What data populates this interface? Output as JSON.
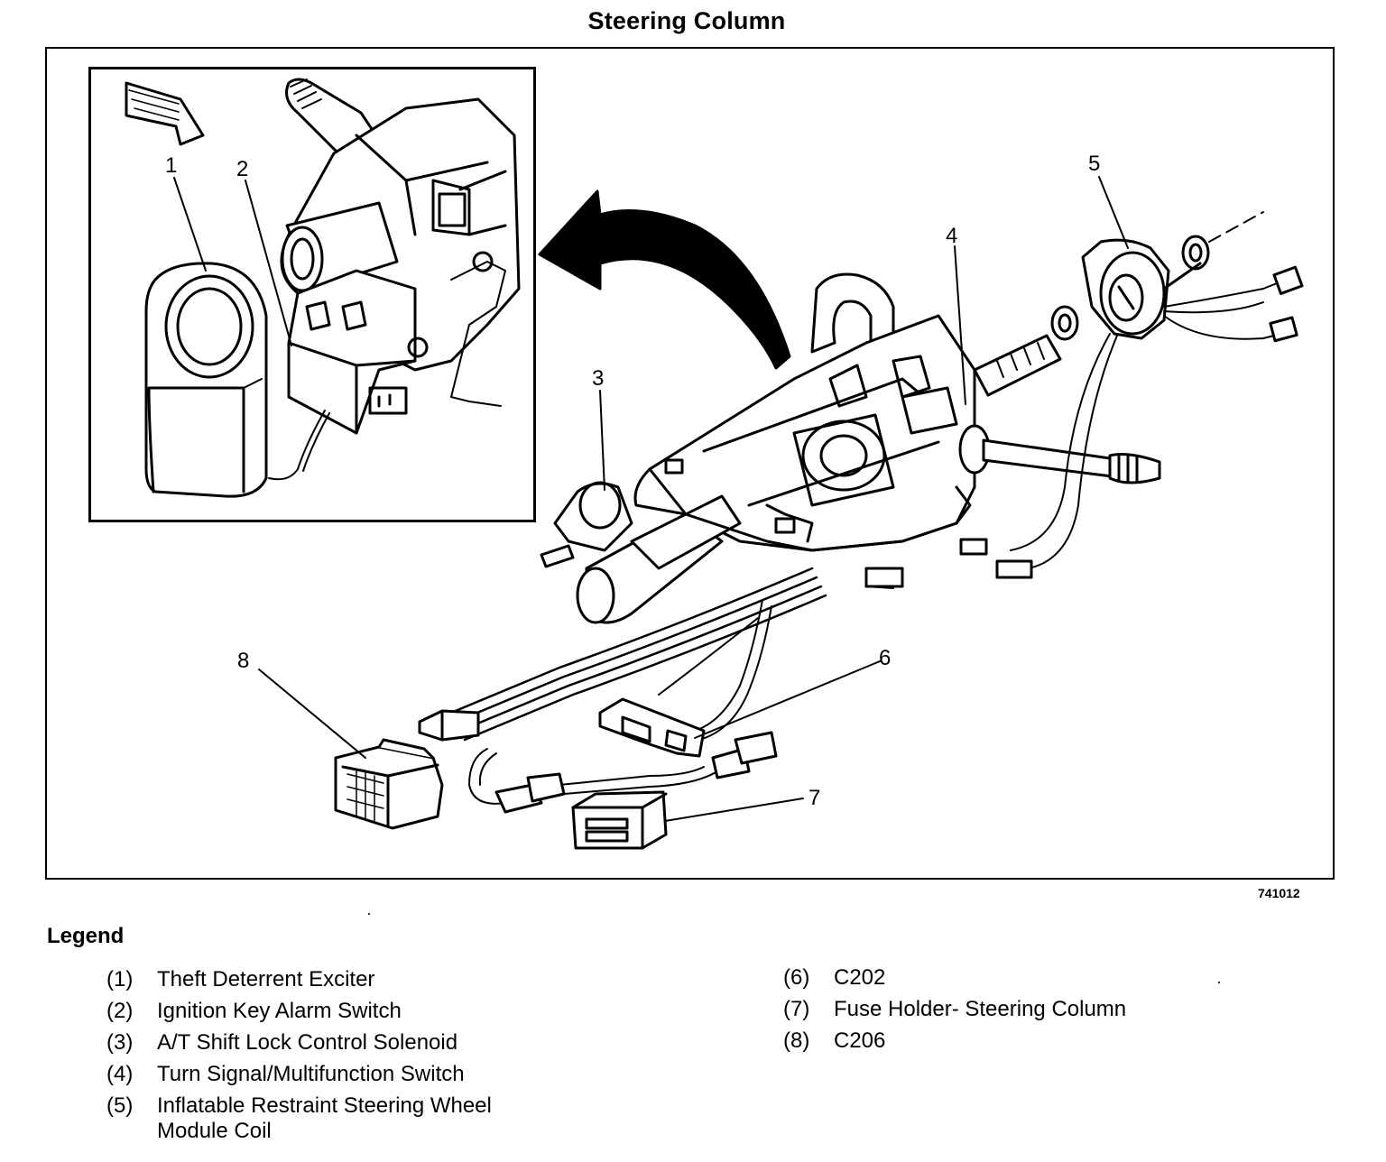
{
  "figure": {
    "title": "Steering Column",
    "figure_number": "741012"
  },
  "callouts": [
    "1",
    "2",
    "3",
    "4",
    "5",
    "6",
    "7",
    "8"
  ],
  "legend": {
    "title": "Legend",
    "items_left": [
      {
        "num": "(1)",
        "text": "Theft Deterrent Exciter"
      },
      {
        "num": "(2)",
        "text": "Ignition Key Alarm Switch"
      },
      {
        "num": "(3)",
        "text": "A/T Shift Lock Control Solenoid"
      },
      {
        "num": "(4)",
        "text": "Turn Signal/Multifunction Switch"
      },
      {
        "num": "(5)",
        "text": "Inflatable Restraint Steering Wheel Module Coil"
      }
    ],
    "items_right": [
      {
        "num": "(6)",
        "text": "C202"
      },
      {
        "num": "(7)",
        "text": "Fuse Holder- Steering Column"
      },
      {
        "num": "(8)",
        "text": "C206"
      }
    ]
  }
}
